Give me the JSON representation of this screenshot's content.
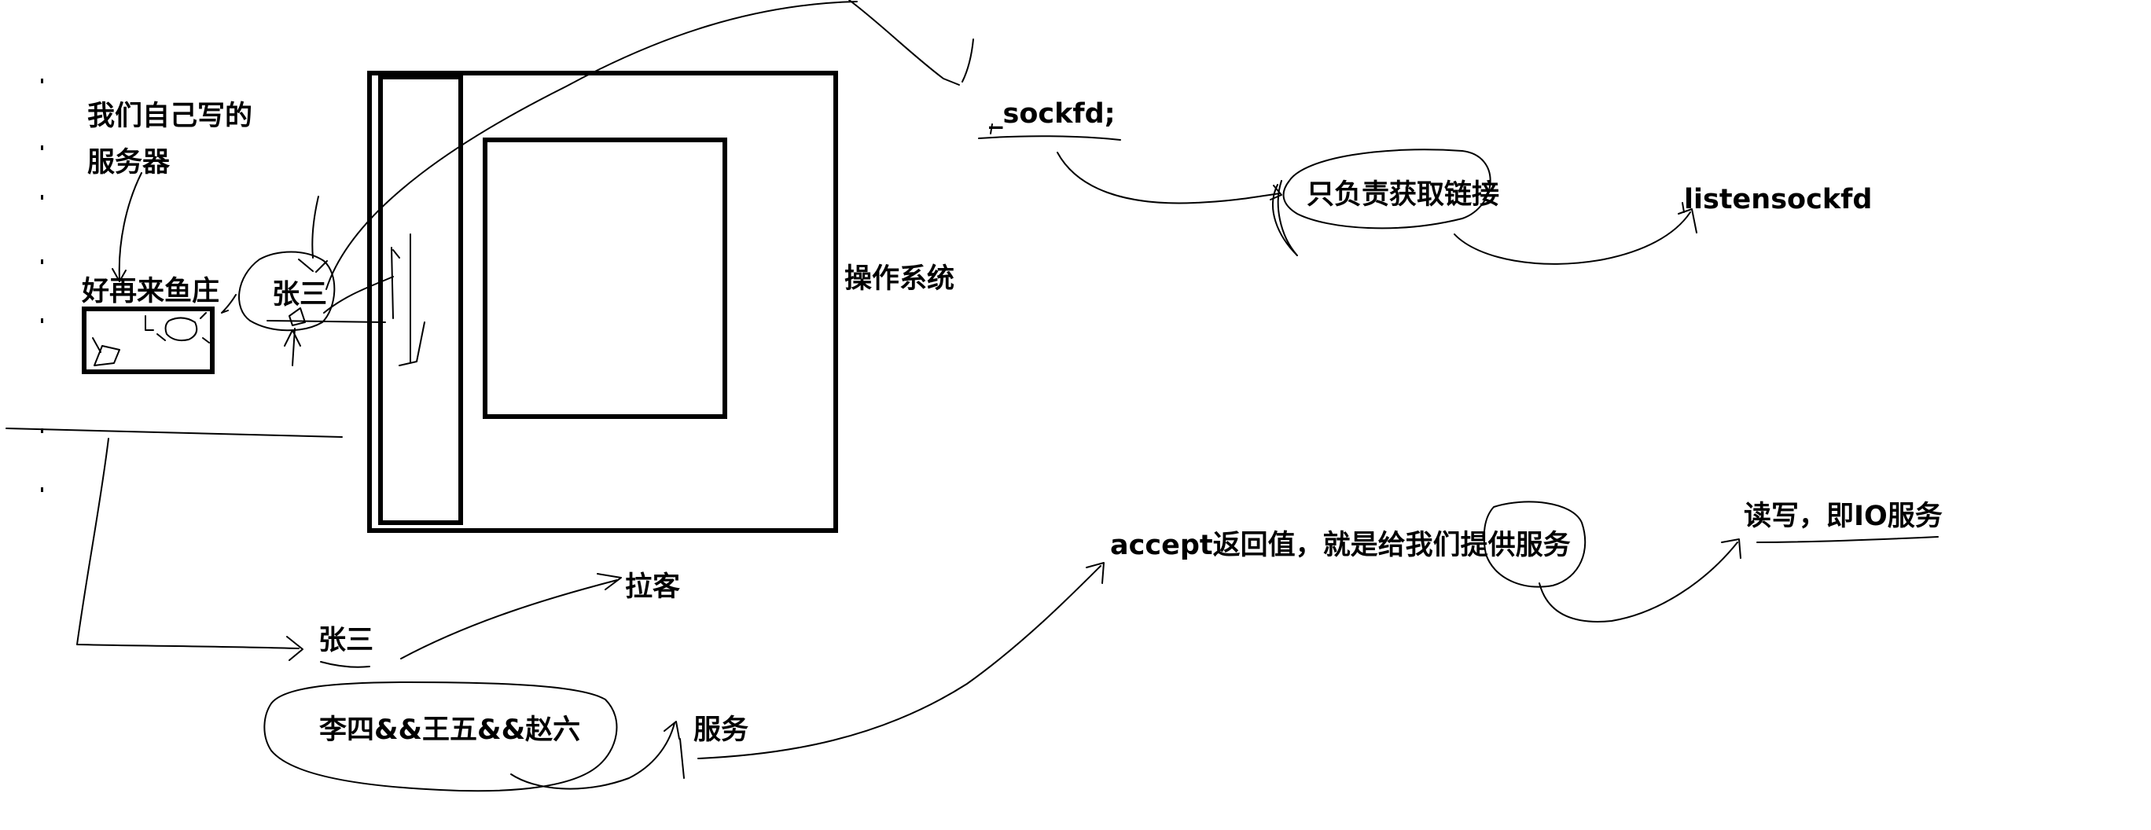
{
  "labels": {
    "our_server_line1": "我们自己写的",
    "our_server_line2": "服务器",
    "restaurant": "好再来鱼庄",
    "zhangsan_top": "张三",
    "os": "操作系统",
    "sockfd": "_sockfd;",
    "accept_only": "只负责获取链接",
    "listensockfd": "listensockfd",
    "lake": "拉客",
    "zhangsan_bottom": "张三",
    "lisi_group": "李四&&王五&&赵六",
    "service": "服务",
    "accept_return": "accept返回值，就是给我们提供服务",
    "read_write": "读写，即IO服务"
  },
  "colors": {
    "ink": "#000000",
    "background": "#ffffff"
  }
}
